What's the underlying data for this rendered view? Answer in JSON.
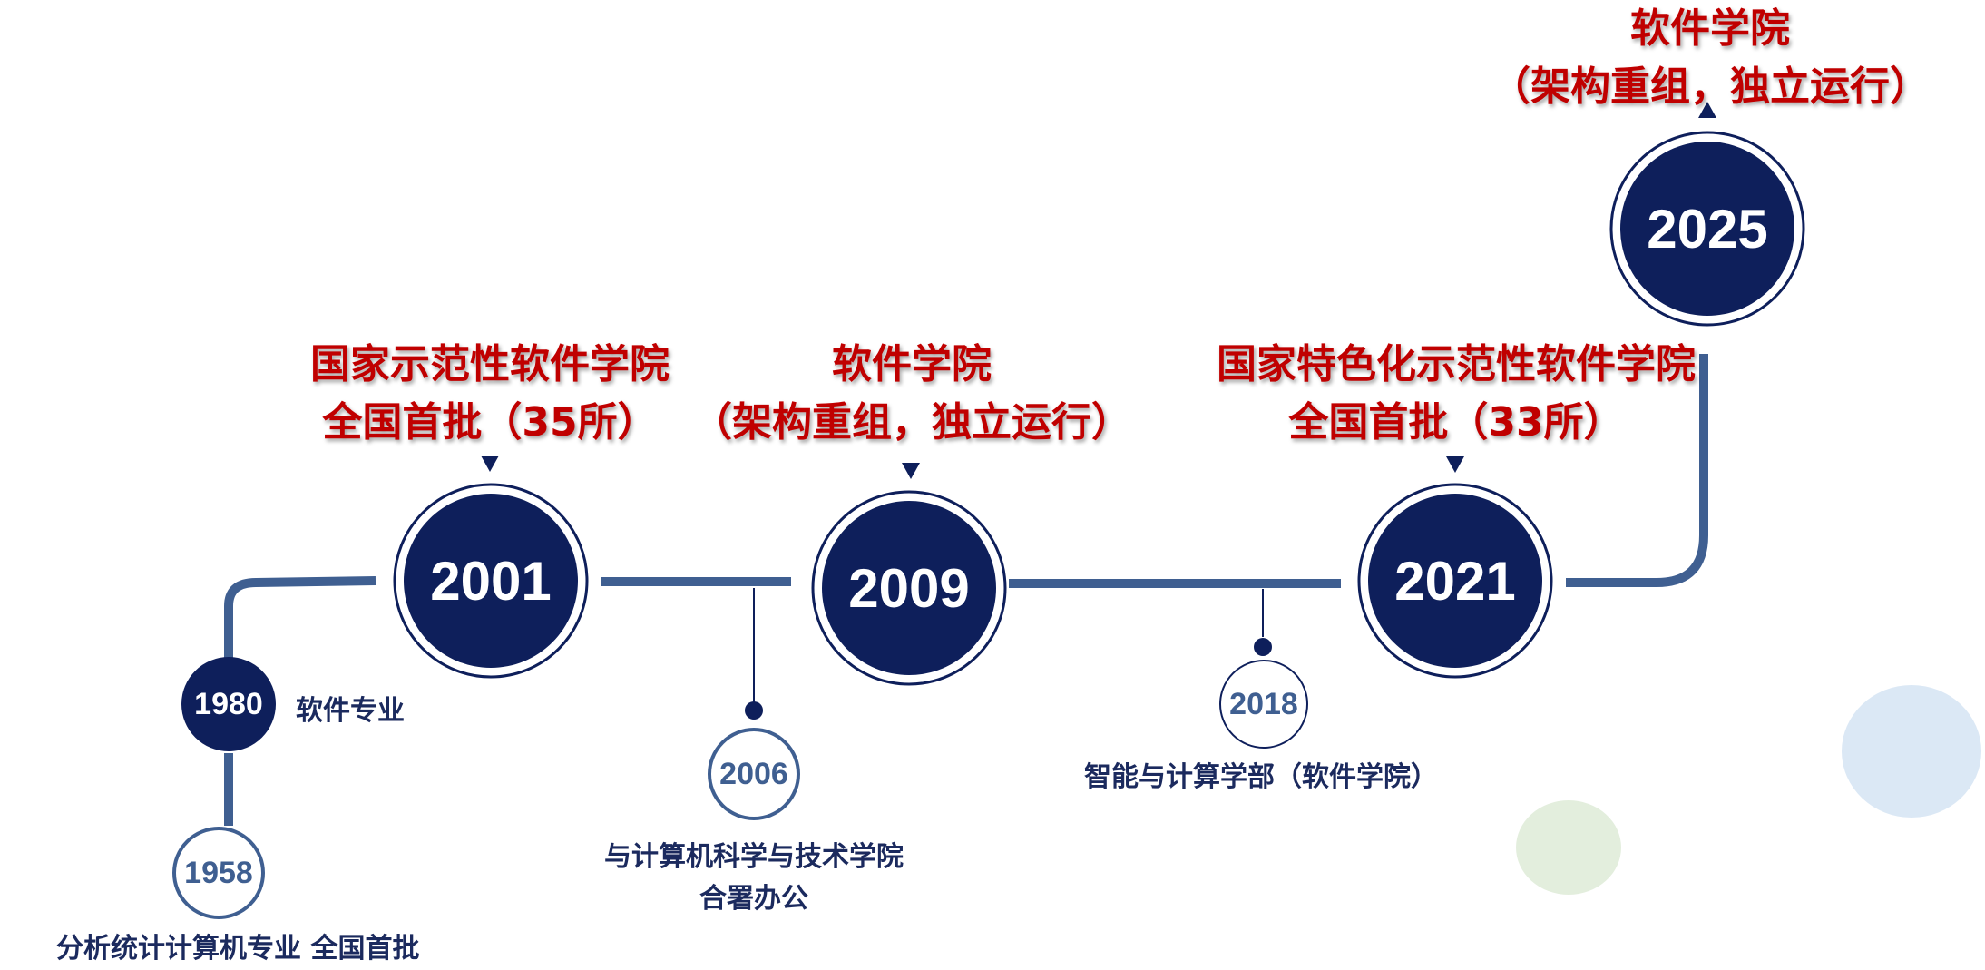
{
  "colors": {
    "navy": "#0e1f5b",
    "line": "#3f5f91",
    "red": "#c00000",
    "text_blue": "#1b2a5e",
    "deco_blue": "#dbe8f5",
    "deco_green": "#e3eedd"
  },
  "milestones": [
    {
      "year": "1958",
      "label": "分析统计计算机专业 全国首批"
    },
    {
      "year": "1980",
      "label": "软件专业"
    },
    {
      "year": "2001",
      "label_lines": [
        "国家示范性软件学院",
        "全国首批（35所）"
      ]
    },
    {
      "year": "2006",
      "label_lines": [
        "与计算机科学与技术学院",
        "合署办公"
      ]
    },
    {
      "year": "2009",
      "label_lines": [
        "软件学院",
        "（架构重组，独立运行）"
      ]
    },
    {
      "year": "2018",
      "label": "智能与计算学部（软件学院）"
    },
    {
      "year": "2021",
      "label_lines": [
        "国家特色化示范性软件学院",
        "全国首批（33所）"
      ]
    },
    {
      "year": "2025",
      "label_lines": [
        "软件学院",
        "（架构重组，独立运行）"
      ]
    }
  ]
}
